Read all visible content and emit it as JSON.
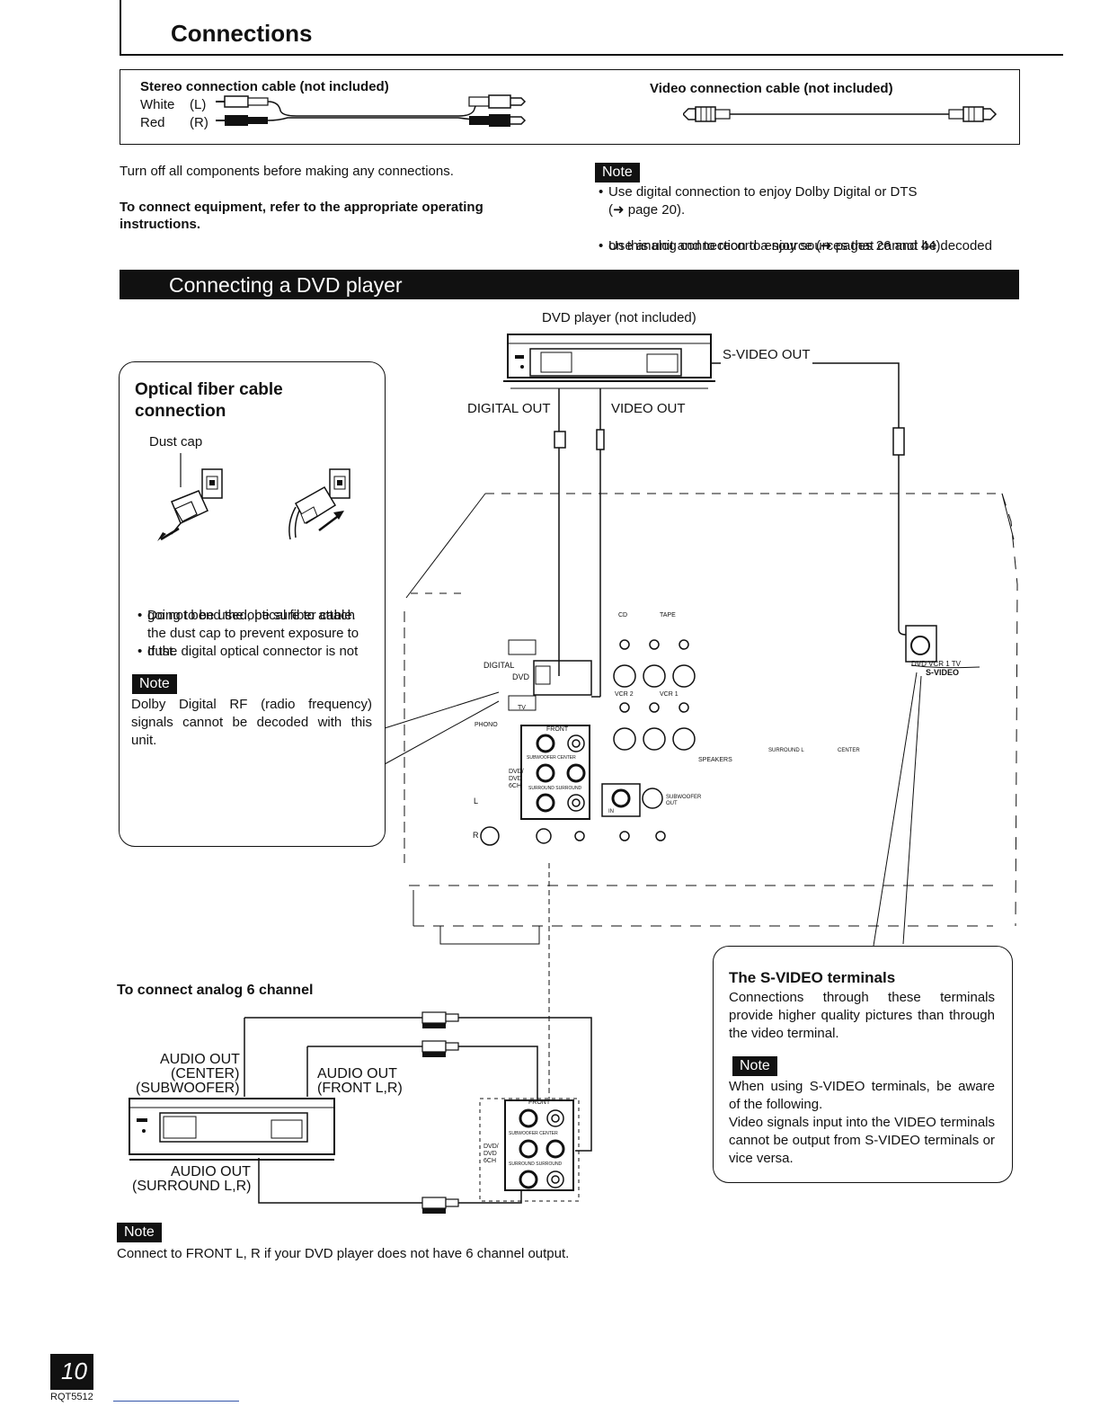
{
  "header": {
    "title": "Connections"
  },
  "cables": {
    "stereo_title": "Stereo connection cable (not included)",
    "white_label": "White",
    "white_channel": "(L)",
    "red_label": "Red",
    "red_channel": "(R)",
    "video_title": "Video connection cable (not included)"
  },
  "intro": {
    "turn_off": "Turn off all components before making any connections.",
    "refer_line1": "To connect equipment, refer to the appropriate operating",
    "refer_line2": "instructions."
  },
  "note_label": "Note",
  "top_note": {
    "line1": "Use digital connection to enjoy Dolby Digital or DTS",
    "line1b": "(➜ page 20).",
    "line2": "Use analog connection to enjoy sources that cannot be decoded",
    "line2b": "on this unit and to record a source (➜ pages 26 and 44)."
  },
  "section": {
    "title": "Connecting a DVD player"
  },
  "diagram": {
    "dvd_player_label": "DVD player (not included)",
    "svideo_out": "S-VIDEO OUT",
    "digital_out": "DIGITAL OUT",
    "video_out": "VIDEO OUT",
    "receiver_labels": {
      "cd": "CD",
      "tape": "TAPE",
      "digital": "DIGITAL",
      "dvd": "DVD",
      "tv": "TV",
      "vcr2": "VCR 2",
      "vcr1": "VCR 1",
      "phono": "PHONO",
      "front": "FRONT",
      "subwoofer_center": "SUBWOOFER CENTER",
      "dvd_6ch": "DVD/ DVD 6CH",
      "surround": "SURROUND SURROUND",
      "subwoofer_out": "SUBWOOFER OUT",
      "speakers": "SPEAKERS",
      "surround_l": "SURROUND L",
      "center": "CENTER",
      "svideo": "S-VIDEO",
      "dvd_vcr1_tv": "DVD VCR 1 TV",
      "l": "L",
      "r": "R",
      "in": "IN"
    }
  },
  "optical_box": {
    "title_line1": "Optical fiber cable",
    "title_line2": "connection",
    "dust_cap": "Dust cap",
    "bullet1": "Do not bend the optical fiber cable.",
    "bullet2_l1": "If the digital optical connector is not",
    "bullet2_l2": "going to be used, be sure to attach",
    "bullet2_l3": "the dust cap to prevent exposure to",
    "bullet2_l4": "dust.",
    "note_text": "Dolby Digital RF (radio frequency) signals cannot be decoded with this unit."
  },
  "analog": {
    "title": "To connect analog 6 channel",
    "audio_out_center_l1": "AUDIO OUT",
    "audio_out_center_l2": "(CENTER)",
    "audio_out_center_l3": "(SUBWOOFER)",
    "audio_out_front_l1": "AUDIO OUT",
    "audio_out_front_l2": "(FRONT L,R)",
    "audio_out_surround_l1": "AUDIO OUT",
    "audio_out_surround_l2": "(SURROUND L,R)",
    "front": "FRONT",
    "subwoofer_center": "SUBWOOFER CENTER",
    "dvd_6ch": "DVD/ DVD 6CH",
    "surround": "SURROUND SURROUND"
  },
  "svideo_box": {
    "title": "The S-VIDEO terminals",
    "text": "Connections through these terminals provide higher quality pictures than through the video terminal.",
    "note_text1": "When using S-VIDEO terminals, be aware of the following.",
    "note_text2": "Video signals input into the VIDEO terminals cannot be output from S-VIDEO terminals or vice versa."
  },
  "bottom_note": {
    "text": "Connect to FRONT L, R if your DVD player does not have 6 channel output."
  },
  "footer": {
    "page_number": "10",
    "code": "RQT5512"
  }
}
